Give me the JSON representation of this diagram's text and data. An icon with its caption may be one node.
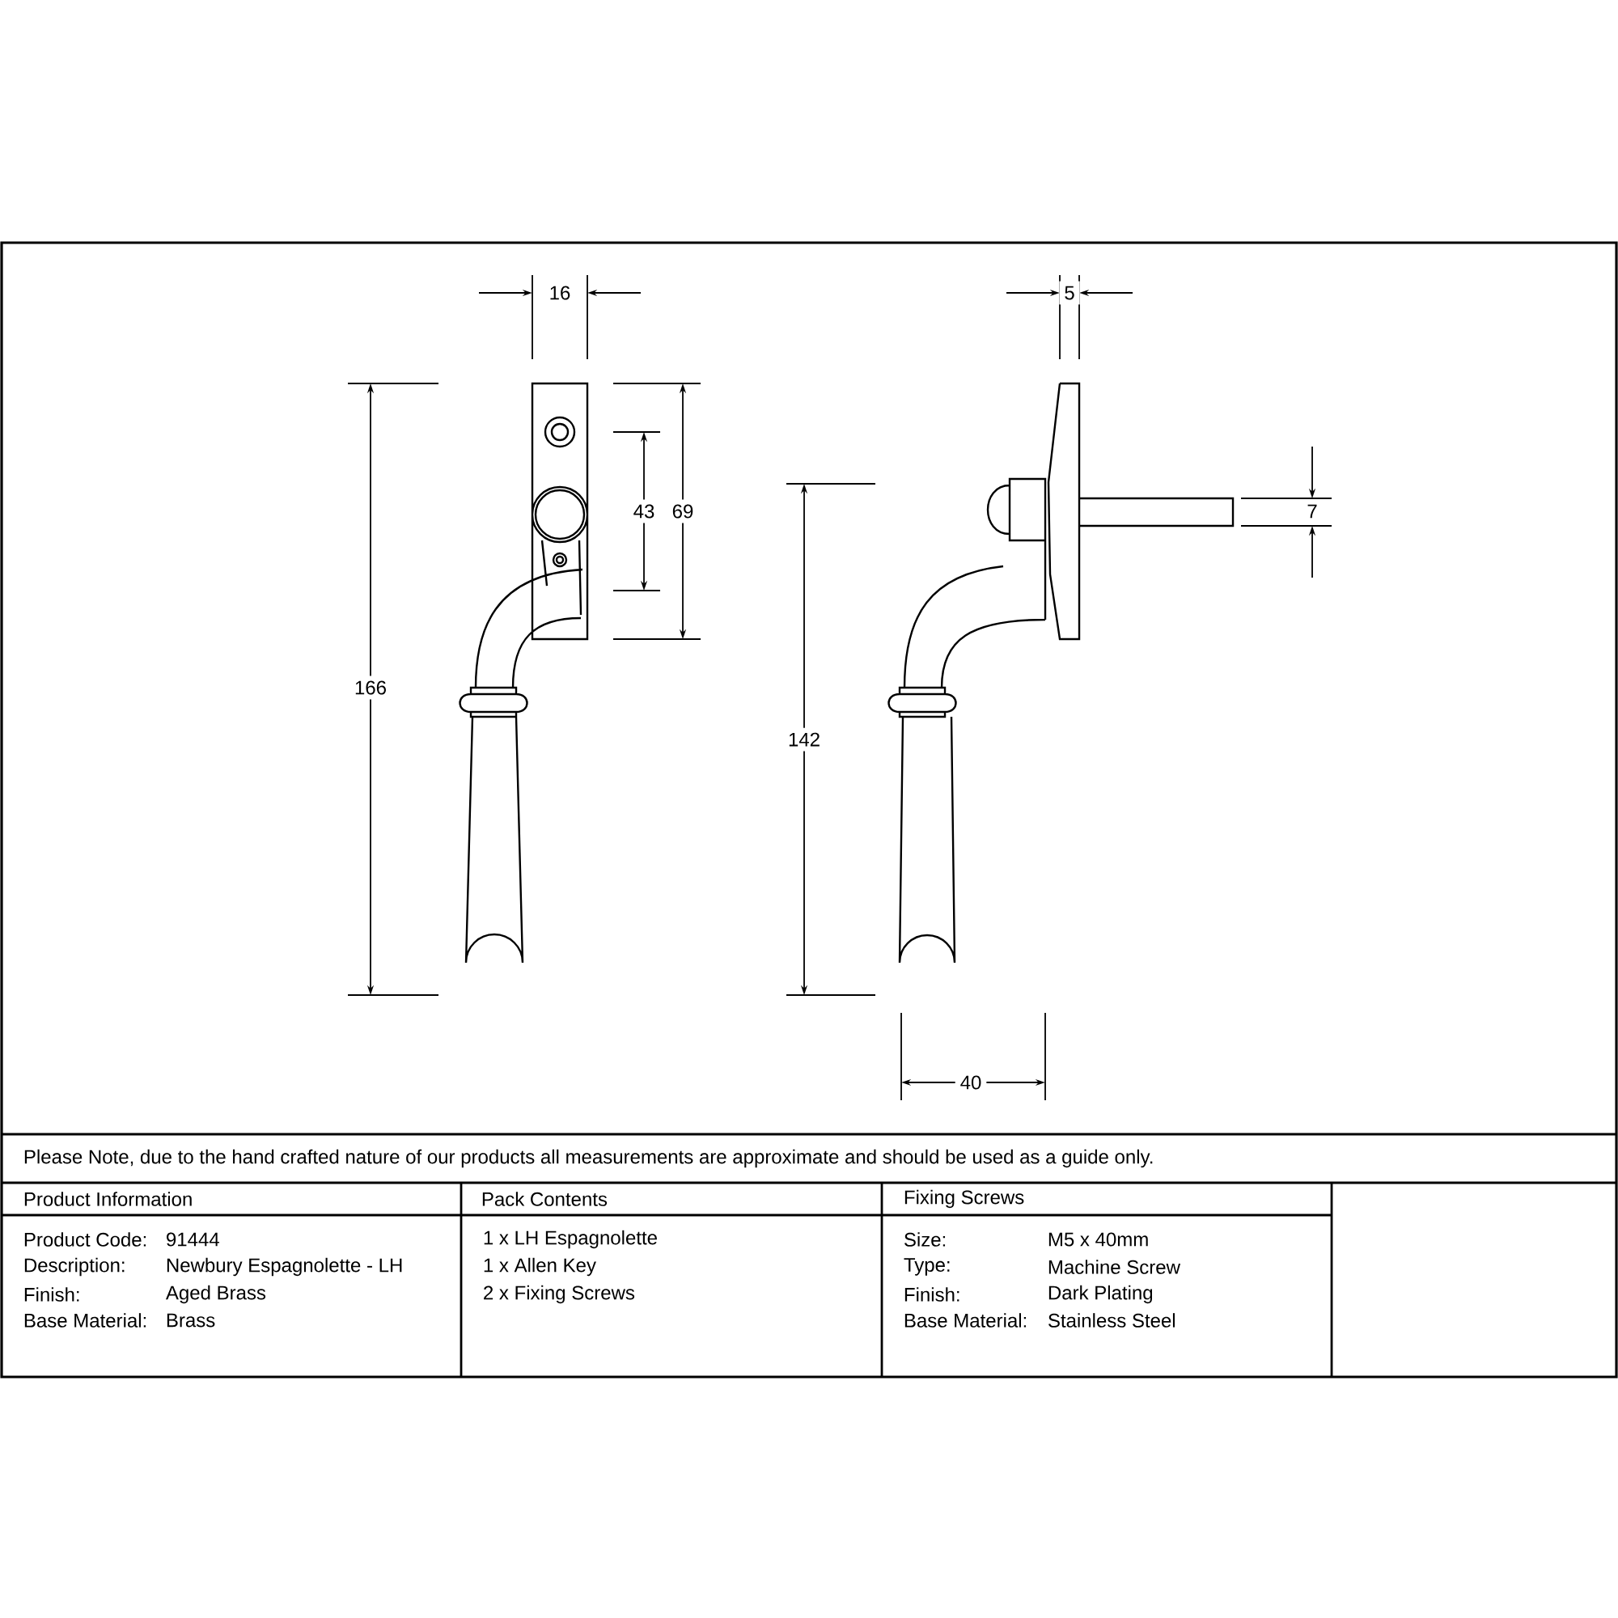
{
  "diagram": {
    "labels": [
      "16",
      "5",
      "43",
      "69",
      "7",
      "166",
      "142",
      "40",
      "Please Note, due to the hand crafted nature of our products all measurements are approximate and should be used as a guide only.",
      "Product Information",
      "Pack Contents",
      "Fixing Screws",
      "Product Code:",
      "91444",
      "1 x LH Espagnolette",
      "Size:",
      "M5 x 40mm",
      "Description:",
      "Newbury Espagnolette - LH",
      "1 x Allen Key",
      "Type:",
      "Machine Screw",
      "Finish:",
      "Aged Brass",
      "2 x Fixing Screws",
      "Finish:",
      "Dark Plating",
      "Base Material:",
      "Brass",
      "Base Material:",
      "Stainless Steel"
    ]
  }
}
